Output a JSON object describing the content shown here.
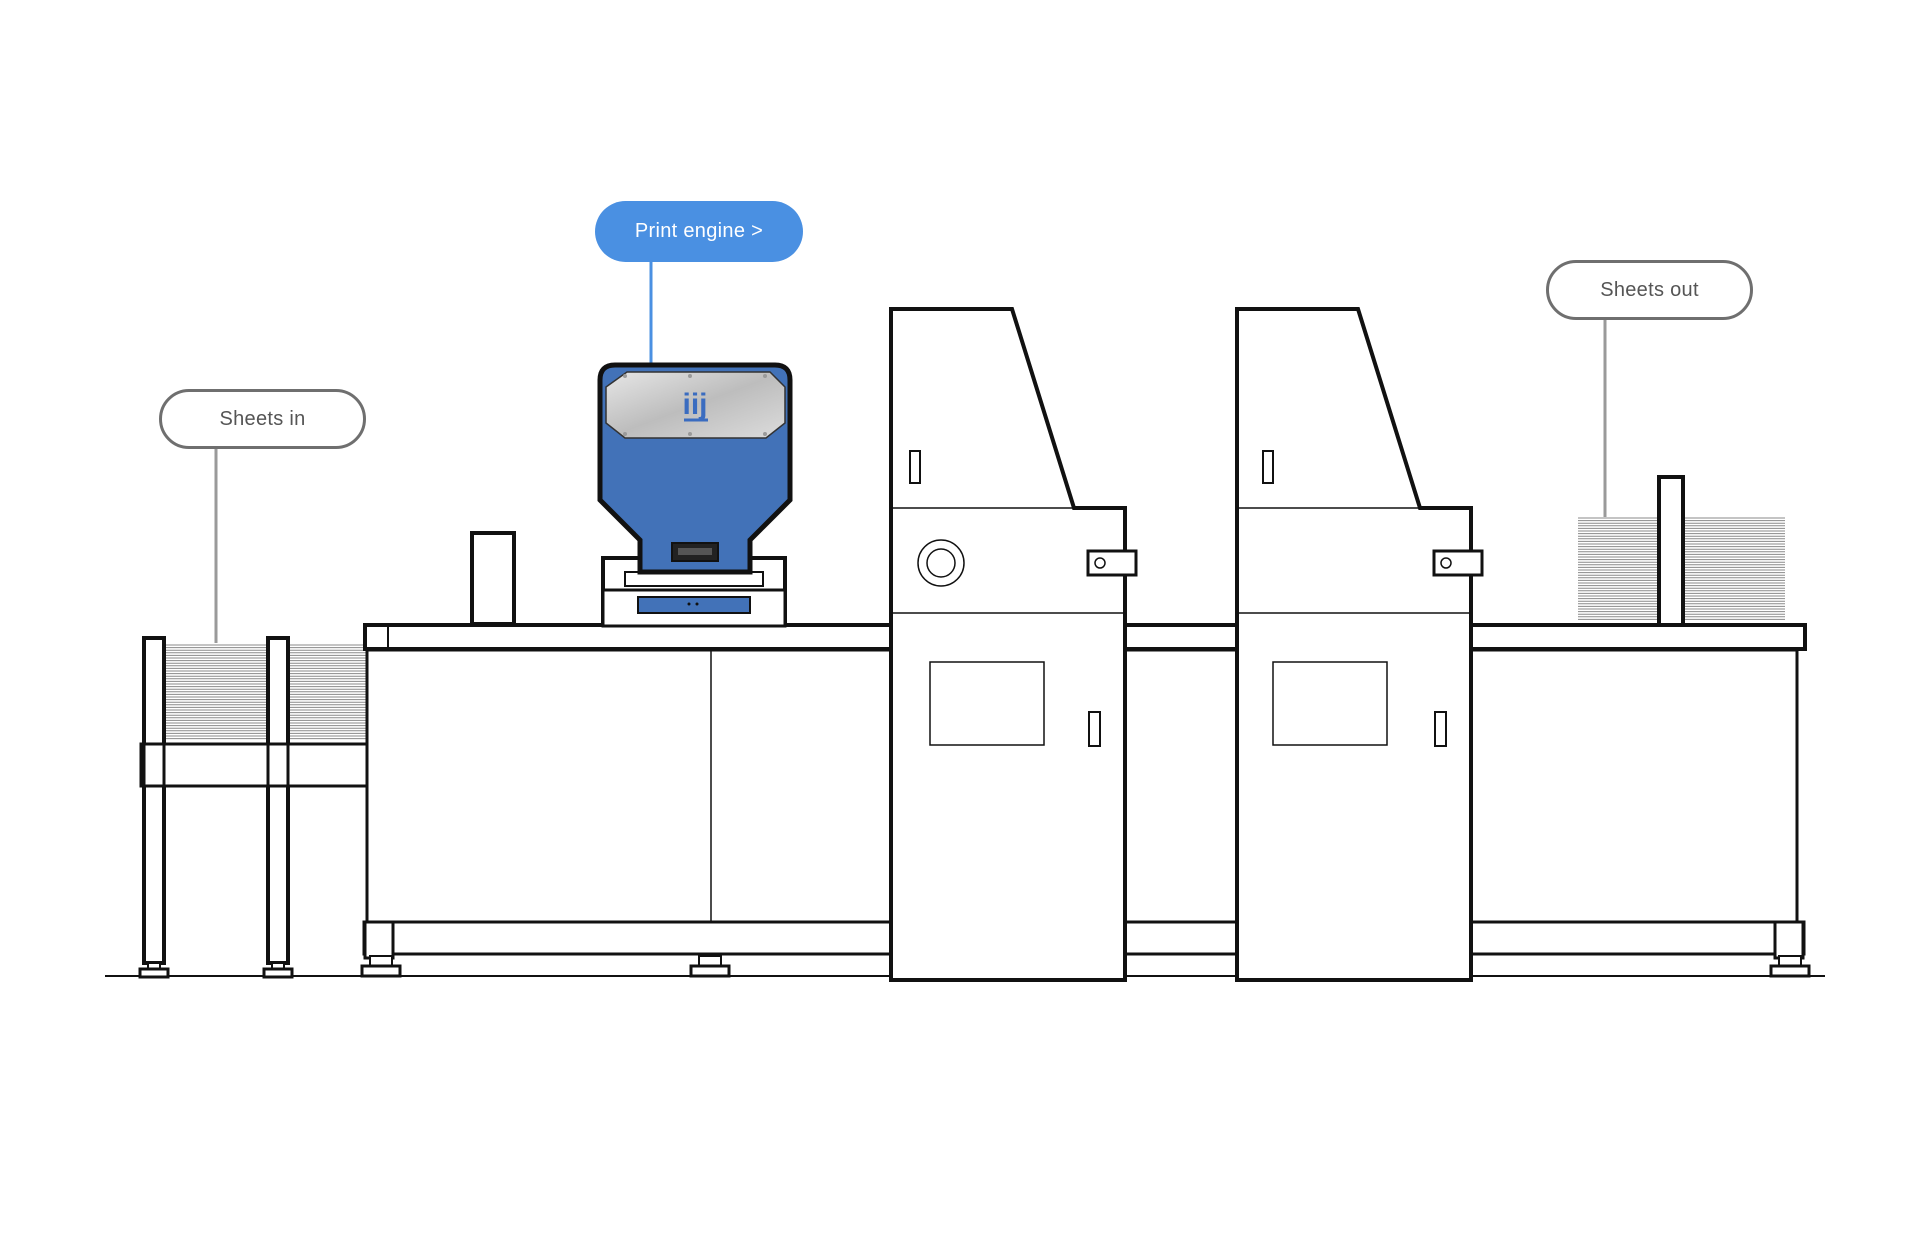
{
  "labels": {
    "sheets_in": "Sheets in",
    "print_engine": "Print engine >",
    "sheets_out": "Sheets out"
  },
  "logo_text": "iij",
  "colors": {
    "accent": "#4a90e2",
    "engine_body": "#4272b8",
    "engine_panel": "#c8c8c8",
    "outline": "#111111",
    "callout_line": "#9a9a9a",
    "label_border": "#6f6f6f"
  },
  "icons": [
    "ink-cartridge-icon",
    "dial-icon",
    "door-handle-icon"
  ]
}
